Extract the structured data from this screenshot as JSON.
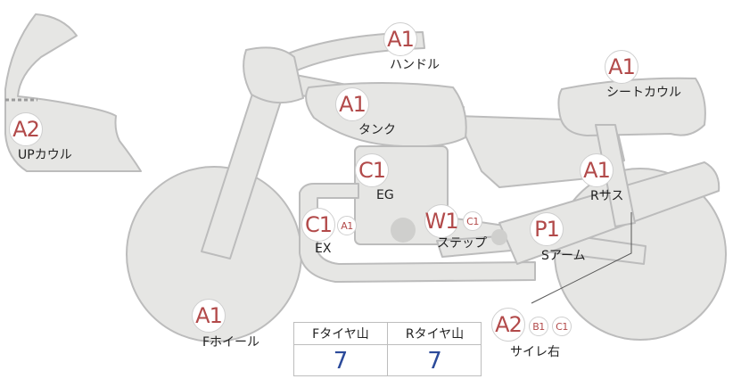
{
  "parts": {
    "handle": {
      "grade": "A1",
      "label": "ハンドル"
    },
    "seat_cowl": {
      "grade": "A1",
      "label": "シートカウル"
    },
    "tank": {
      "grade": "A1",
      "label": "タンク"
    },
    "up_cowl": {
      "grade": "A2",
      "label": "UPカウル"
    },
    "eg": {
      "grade": "C1",
      "label": "EG"
    },
    "r_sus": {
      "grade": "A1",
      "label": "Rサス"
    },
    "ex": {
      "grade": "C1",
      "sub_grade": "A1",
      "label": "EX"
    },
    "step": {
      "grade": "W1",
      "sub_grade": "C1",
      "label": "ステップ"
    },
    "s_arm": {
      "grade": "P1",
      "label": "Sアーム"
    },
    "f_wheel": {
      "grade": "A1",
      "label": "Fホイール"
    },
    "silencer_r": {
      "grade": "A2",
      "sub_grades": [
        "B1",
        "C1"
      ],
      "label": "サイレ右"
    }
  },
  "tire_table": {
    "headers": [
      "Fタイヤ山",
      "Rタイヤ山"
    ],
    "values": [
      "7",
      "7"
    ]
  },
  "colors": {
    "body_fill": "#e6e6e4",
    "outline": "#bcbcbc",
    "grade_text": "#b24a4a",
    "tire_value": "#2b4a9a"
  }
}
